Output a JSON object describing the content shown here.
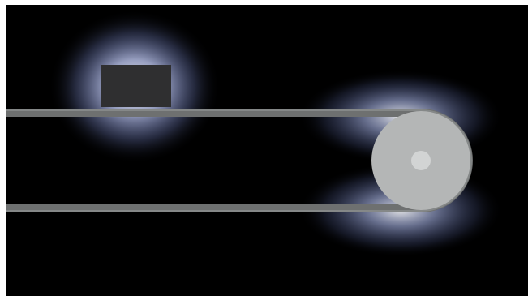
{
  "colors": {
    "page_background": "#ffffff",
    "scene_background": "#000000",
    "belt": "#6e7070",
    "belt_highlight": "#8a8c8c",
    "pulley": "#b4b6b6",
    "pulley_hub": "#d2d4d4",
    "block": "#2f2f30",
    "glow": "#a9b8ff",
    "glow_core": "#f2f5ff"
  },
  "elements": {
    "belt": "conveyor-belt",
    "pulley": "drive-pulley",
    "block": "object-on-belt"
  }
}
